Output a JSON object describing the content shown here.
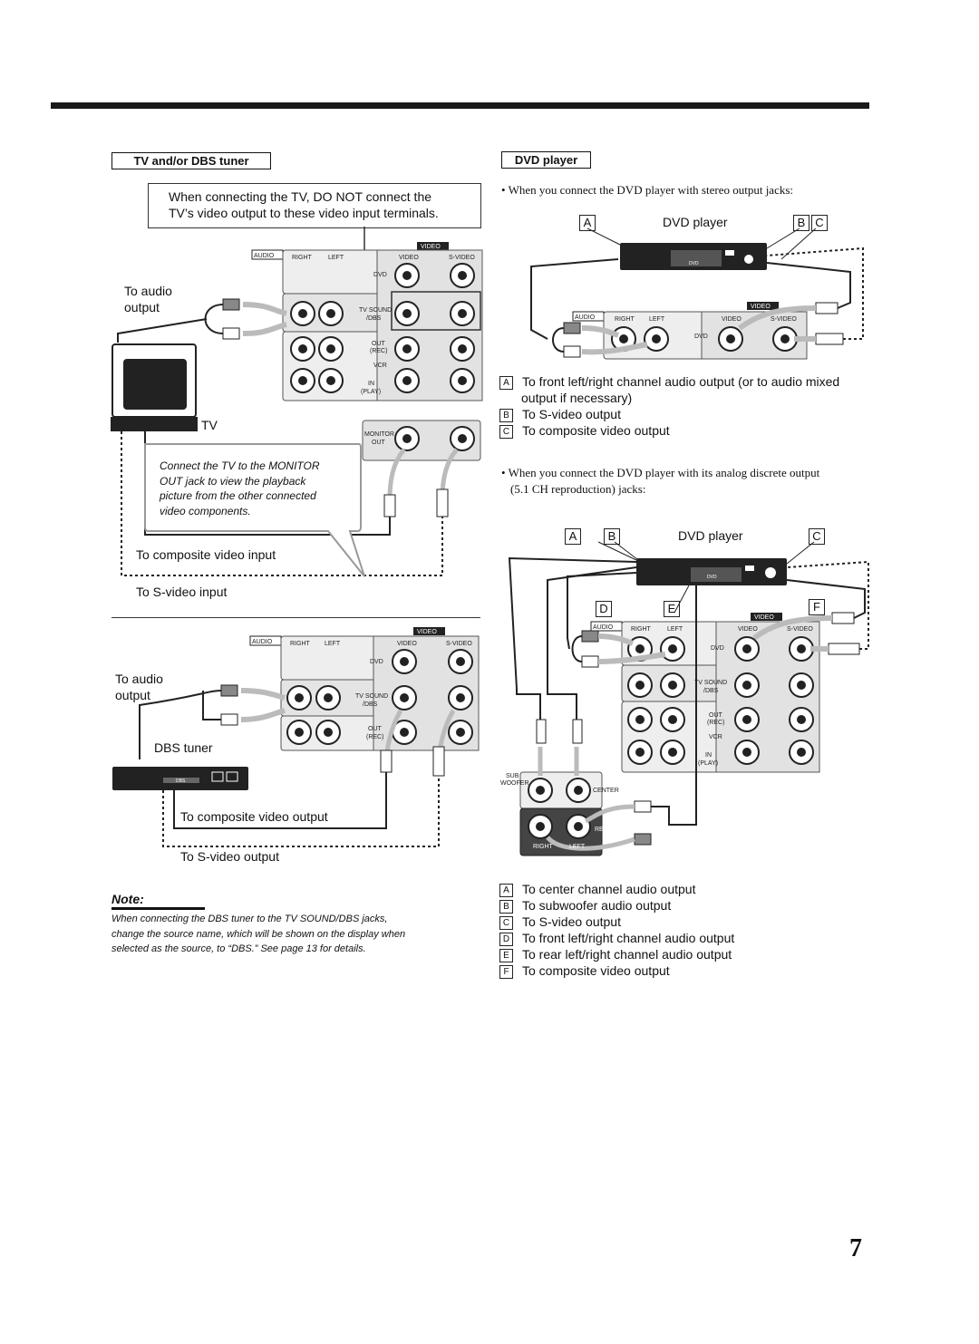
{
  "page_number": "7",
  "left": {
    "section_title": "TV and/or DBS tuner",
    "warning_line1": "When connecting the TV, DO NOT connect the",
    "warning_line2": "TV’s video output to these video input terminals.",
    "to_audio_output_1": "To audio",
    "to_audio_output_2": "output",
    "tv_label": "TV",
    "bubble": [
      "Connect the TV to the MONITOR",
      "OUT jack to view the playback",
      "picture from the other connected",
      "video components."
    ],
    "to_composite_video_input": "To composite video input",
    "to_svideo_input": "To S-video input",
    "dbs_tuner_label": "DBS tuner",
    "to_composite_video_output": "To composite video output",
    "to_svideo_output": "To S-video output"
  },
  "panel": {
    "audio": "AUDIO",
    "right": "RIGHT",
    "left": "LEFT",
    "video": "VIDEO",
    "video_col": "VIDEO",
    "svideo": "S-VIDEO",
    "dvd": "DVD",
    "tvsound": "TV SOUND",
    "dbs": "/DBS",
    "out": "OUT",
    "rec": "(REC)",
    "vcr": "VCR",
    "in": "IN",
    "play": "(PLAY)",
    "monitor": "MONITOR",
    "monitor_out": "OUT",
    "sub": "SUB",
    "woofer": "WOOFER",
    "center": "CENTER",
    "rear": "REAR",
    "dvd_small": "DVD",
    "dbs_small": "DBS"
  },
  "note": {
    "title": "Note:",
    "body": [
      "When connecting the DBS tuner to the TV SOUND/DBS jacks,",
      "change the source name, which will be shown on the display when",
      "selected as the source, to “DBS.” See page 13 for details."
    ]
  },
  "right": {
    "section_title": "DVD player",
    "bullet1": "When you connect the DVD player with stereo output jacks:",
    "dvd_player": "DVD player",
    "box_a": "A",
    "box_b": "B",
    "box_c": "C",
    "box_d": "D",
    "box_e": "E",
    "box_f": "F",
    "legend1": [
      {
        "letter": "A",
        "text": "To front left/right channel audio output (or to audio mixed"
      },
      {
        "letter": "",
        "text": "output if necessary)"
      },
      {
        "letter": "B",
        "text": "To S-video output"
      },
      {
        "letter": "C",
        "text": "To composite video output"
      }
    ],
    "bullet2_line1": "When you connect the DVD player with its analog discrete output",
    "bullet2_line2": "(5.1 CH reproduction) jacks:",
    "legend2": [
      {
        "letter": "A",
        "text": "To center channel audio output"
      },
      {
        "letter": "B",
        "text": "To subwoofer audio output"
      },
      {
        "letter": "C",
        "text": "To S-video output"
      },
      {
        "letter": "D",
        "text": "To front left/right channel audio output"
      },
      {
        "letter": "E",
        "text": "To rear left/right channel audio output"
      },
      {
        "letter": "F",
        "text": "To composite video output"
      }
    ]
  }
}
